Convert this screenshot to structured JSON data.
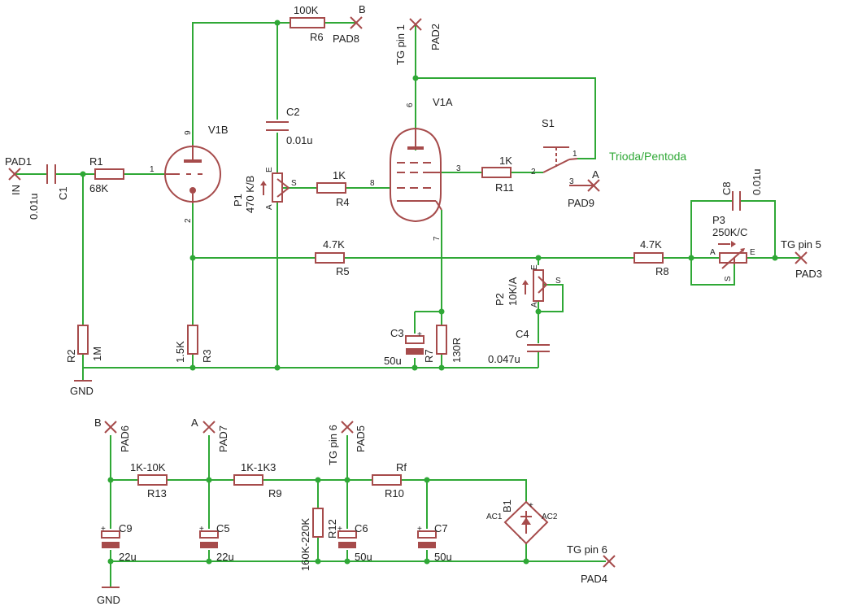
{
  "diagram": {
    "pads": {
      "pad1": "PAD1",
      "pad1_net": "IN",
      "pad2": "PAD2",
      "pad2_net": "TG pin 1",
      "pad3": "PAD3",
      "pad3_net": "TG pin 5",
      "pad4": "PAD4",
      "pad4_net": "TG pin 6",
      "pad5": "PAD5",
      "pad5_net": "TG pin 6",
      "pad6": "PAD6",
      "pad6_net": "B",
      "pad7": "PAD7",
      "pad7_net": "A",
      "pad8": "PAD8",
      "pad8_net": "B",
      "pad9": "PAD9",
      "pad9_net": "A"
    },
    "gnd_label": "GND",
    "tubes": {
      "v1b": "V1B",
      "v1a": "V1A",
      "v1b_pins": [
        "9",
        "1",
        "2"
      ],
      "v1a_pins": [
        "6",
        "8",
        "3",
        "7"
      ]
    },
    "resistors": {
      "r1": {
        "ref": "R1",
        "value": "68K"
      },
      "r2": {
        "ref": "R2",
        "value": "1M"
      },
      "r3": {
        "ref": "R3",
        "value": "1.5K"
      },
      "r4": {
        "ref": "R4",
        "value": "1K"
      },
      "r5": {
        "ref": "R5",
        "value": "4.7K"
      },
      "r6": {
        "ref": "R6",
        "value": "100K"
      },
      "r7": {
        "ref": "R7",
        "value": "130R"
      },
      "r8": {
        "ref": "R8",
        "value": "4.7K"
      },
      "r9": {
        "ref": "R9",
        "value": "1K-1K3"
      },
      "r10": {
        "ref": "R10",
        "value": "Rf"
      },
      "r11": {
        "ref": "R11",
        "value": "1K"
      },
      "r12": {
        "ref": "R12",
        "value": "160K-220K"
      },
      "r13": {
        "ref": "R13",
        "value": "1K-10K"
      }
    },
    "capacitors": {
      "c1": {
        "ref": "C1",
        "value": "0.01u"
      },
      "c2": {
        "ref": "C2",
        "value": "0.01u"
      },
      "c3": {
        "ref": "C3",
        "value": "50u"
      },
      "c4": {
        "ref": "C4",
        "value": "0.047u"
      },
      "c5": {
        "ref": "C5",
        "value": "22u"
      },
      "c6": {
        "ref": "C6",
        "value": "50u"
      },
      "c7": {
        "ref": "C7",
        "value": "50u"
      },
      "c8": {
        "ref": "C8",
        "value": "0.01u"
      },
      "c9": {
        "ref": "C9",
        "value": "22u"
      }
    },
    "pots": {
      "p1": {
        "ref": "P1",
        "value": "470 K/B"
      },
      "p2": {
        "ref": "P2",
        "value": "10K/A"
      },
      "p3": {
        "ref": "P3",
        "value": "250K/C"
      },
      "pin_a": "A",
      "pin_e": "E",
      "pin_s": "S"
    },
    "switch": {
      "ref": "S1",
      "pins": [
        "1",
        "2",
        "3"
      ],
      "note": "Trioda/Pentoda"
    },
    "bridge": {
      "ref": "B1",
      "ac1": "AC1",
      "ac2": "AC2",
      "plus": "+",
      "minus": "-"
    },
    "colors": {
      "wire": "#2fa836",
      "part": "#a64b4b",
      "note": "#2fa836"
    }
  }
}
